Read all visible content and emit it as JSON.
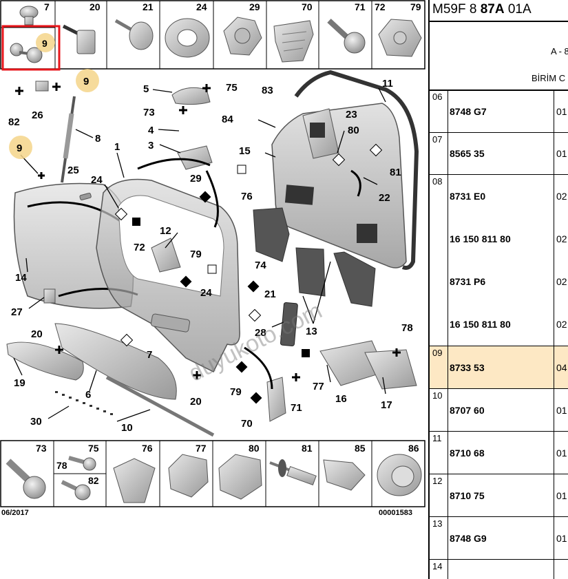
{
  "header": {
    "model": "M59F 8",
    "group": "87A",
    "variant": "01A",
    "col_a": "A - 8",
    "col_b": "BİRİM C"
  },
  "diagram": {
    "top_strip": [
      "7",
      "20",
      "21",
      "24",
      "29",
      "70",
      "71",
      "72",
      "79"
    ],
    "top_strip_highlight": "9",
    "bottom_strip": [
      "73",
      "75",
      "78",
      "82",
      "76",
      "77",
      "80",
      "81",
      "85",
      "86"
    ],
    "footer_left": "06/2017",
    "footer_right": "00001583",
    "watermark": "duyukoto.com",
    "callouts": [
      "9",
      "9",
      "9",
      "26",
      "82",
      "8",
      "1",
      "5",
      "75",
      "73",
      "4",
      "3",
      "25",
      "24",
      "29",
      "72",
      "12",
      "79",
      "24",
      "14",
      "27",
      "20",
      "19",
      "6",
      "7",
      "30",
      "10",
      "20",
      "79",
      "70",
      "71",
      "11",
      "23",
      "80",
      "81",
      "84",
      "83",
      "15",
      "76",
      "22",
      "74",
      "21",
      "28",
      "13",
      "77",
      "16",
      "17",
      "78"
    ]
  },
  "table": {
    "rows": [
      {
        "num": "06",
        "items": [
          {
            "code": "8748 G7",
            "qty": "01"
          }
        ]
      },
      {
        "num": "07",
        "items": [
          {
            "code": "8565 35",
            "qty": "01"
          }
        ]
      },
      {
        "num": "08",
        "items": [
          {
            "code": "8731 E0",
            "qty": "02"
          },
          {
            "code": "16 150 811 80",
            "qty": "02"
          },
          {
            "code": "8731 P6",
            "qty": "02"
          },
          {
            "code": "16 150 811 80",
            "qty": "02"
          }
        ]
      },
      {
        "num": "09",
        "items": [
          {
            "code": "8733 53",
            "qty": "04"
          }
        ],
        "selected": true
      },
      {
        "num": "10",
        "items": [
          {
            "code": "8707 60",
            "qty": "01"
          }
        ]
      },
      {
        "num": "11",
        "items": [
          {
            "code": "8710 68",
            "qty": "01"
          }
        ]
      },
      {
        "num": "12",
        "items": [
          {
            "code": "8710 75",
            "qty": "01"
          }
        ]
      },
      {
        "num": "13",
        "items": [
          {
            "code": "8748 G9",
            "qty": "01"
          }
        ]
      },
      {
        "num": "14",
        "items": []
      }
    ]
  },
  "colors": {
    "highlight_row": "#fde8c4",
    "selection_box": "#e8161b",
    "callout_circle": "#f5d58a",
    "part_gray": "#c9c9c9"
  }
}
